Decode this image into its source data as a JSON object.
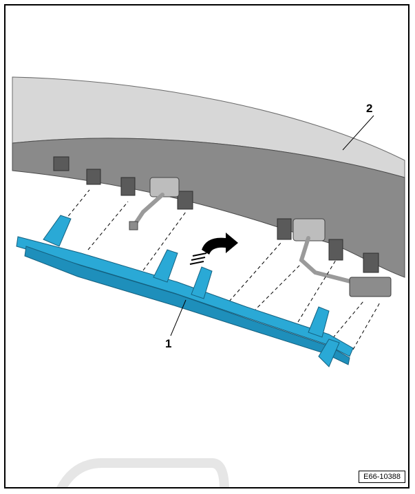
{
  "figure": {
    "callouts": {
      "part1": "1",
      "part2": "2"
    },
    "reference_code": "E66-10388",
    "colors": {
      "bracket": "#2aa9d6",
      "bracket_shadow": "#1a7fa8",
      "panel": "#d9d9d9",
      "panel_dark": "#7d7d7d",
      "cable": "#9a9a9a",
      "arrow": "#000000"
    }
  }
}
